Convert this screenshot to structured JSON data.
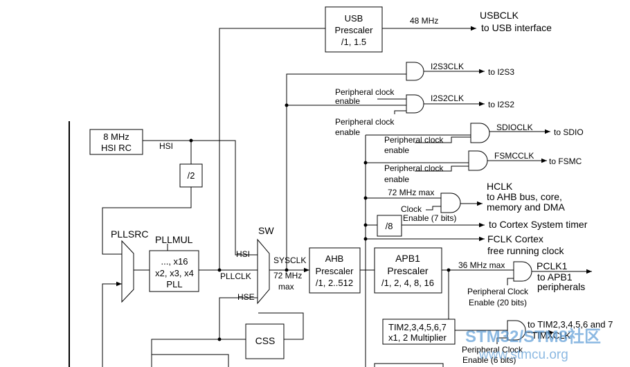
{
  "blocks": {
    "usb_prescaler": [
      "USB",
      "Prescaler",
      "/1, 1.5"
    ],
    "hsi_rc": [
      "8 MHz",
      "HSI RC"
    ],
    "div2": "/2",
    "pll": [
      "..., x16",
      "x2, x3, x4",
      "PLL"
    ],
    "ahb_prescaler": [
      "AHB",
      "Prescaler",
      "/1, 2..512"
    ],
    "apb1_prescaler": [
      "APB1",
      "Prescaler",
      "/1, 2, 4, 8, 16"
    ],
    "div8": "/8",
    "css": "CSS",
    "tim_multiplier": [
      "TIM2,3,4,5,6,7",
      "x1, 2 Multiplier"
    ]
  },
  "labels": {
    "usb_freq": "48 MHz",
    "usbclk": "USBCLK",
    "usbclk_to": "to USB interface",
    "i2s3clk": "I2S3CLK",
    "to_i2s3": "to I2S3",
    "i2s2clk": "I2S2CLK",
    "to_i2s2": "to I2S2",
    "periph_clock_enable_1": [
      "Peripheral clock",
      "enable"
    ],
    "periph_clock_enable_2": [
      "Peripheral clock",
      "enable"
    ],
    "periph_clock_enable_3": [
      "Peripheral clock",
      "enable"
    ],
    "periph_clock_enable_4": [
      "Peripheral clock",
      "enable"
    ],
    "sdioclk": "SDIOCLK",
    "to_sdio": "to SDIO",
    "fsmcclk": "FSMCCLK",
    "to_fsmc": "to FSMC",
    "hsi": "HSI",
    "hsi_sw": "HSI",
    "pllsrc": "PLLSRC",
    "pllmul": "PLLMUL",
    "sw": "SW",
    "pllclk": "PLLCLK",
    "hse": "HSE",
    "sysclk": "SYSCLK",
    "sysclk_max": [
      "72 MHz",
      "max"
    ],
    "hclk_max": "72 MHz max",
    "hclk": "HCLK",
    "hclk_to": [
      "to AHB bus, core,",
      "memory and DMA"
    ],
    "clock_enable_7": [
      "Clock",
      "Enable (7 bits)"
    ],
    "cortex_timer": "to Cortex System timer",
    "fclk": [
      "FCLK Cortex",
      "free running clock"
    ],
    "apb1_max": "36 MHz max",
    "pclk1": "PCLK1",
    "pclk1_to": [
      "to APB1",
      "peripherals"
    ],
    "periph_clock_enable_20": [
      "Peripheral Clock",
      "Enable (20 bits)"
    ],
    "to_tim": "to TIM2,3,4,5,6 and 7",
    "timxclk": "TIMXCLK",
    "periph_clock_enable_6": [
      "Peripheral Clock",
      "Enable (6 bits)"
    ]
  },
  "watermark": {
    "brand": "STM32/STM8社区",
    "url": "www.stmcu.org"
  },
  "colors": {
    "line": "#000000",
    "watermark": "#5b9bd5"
  }
}
